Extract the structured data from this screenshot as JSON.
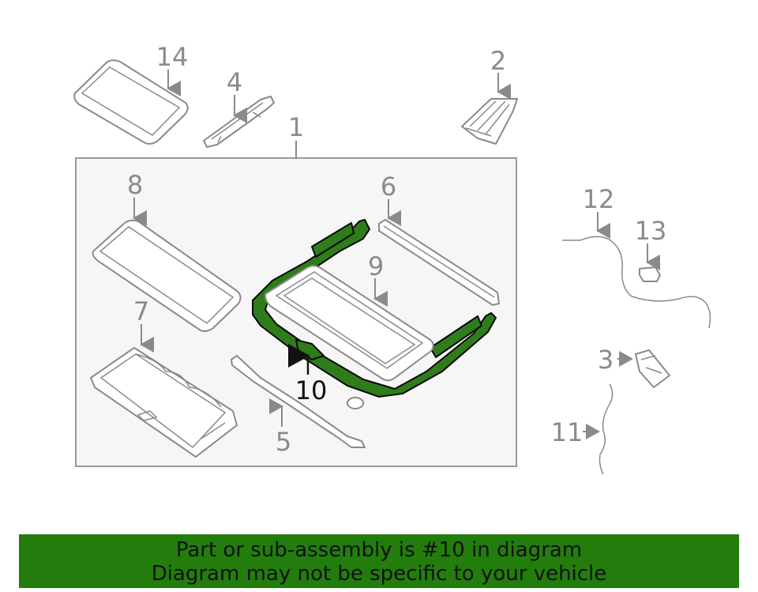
{
  "callouts": {
    "c1": "1",
    "c2": "2",
    "c3": "3",
    "c4": "4",
    "c5": "5",
    "c6": "6",
    "c7": "7",
    "c8": "8",
    "c9": "9",
    "c10": "10",
    "c11": "11",
    "c12": "12",
    "c13": "13",
    "c14": "14"
  },
  "highlighted_part": "10",
  "highlight_color": "#2e7d1a",
  "banner": {
    "line1": "Part or sub-assembly is #10 in diagram",
    "line2": "Diagram may not be specific to your vehicle",
    "background": "#237d0d"
  }
}
